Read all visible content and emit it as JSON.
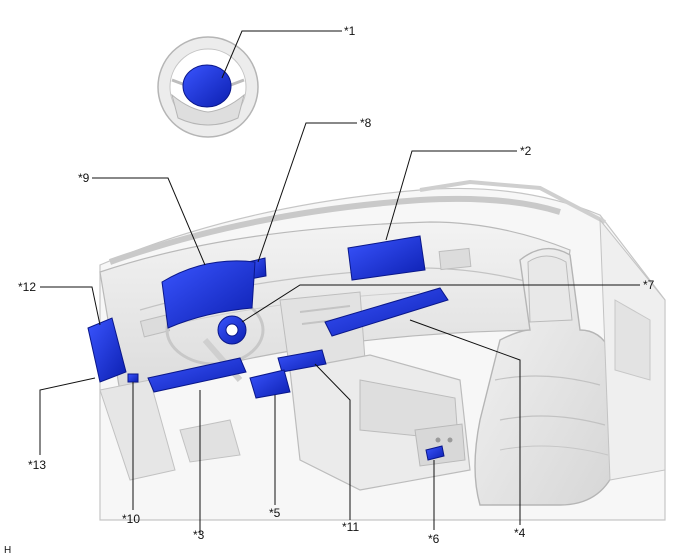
{
  "callouts": {
    "c1": "*1",
    "c2": "*2",
    "c3": "*3",
    "c4": "*4",
    "c5": "*5",
    "c6": "*6",
    "c7": "*7",
    "c8": "*8",
    "c9": "*9",
    "c10": "*10",
    "c11": "*11",
    "c12": "*12",
    "c13": "*13"
  },
  "sheet_code": "H",
  "colors": {
    "highlight": "#1a2fd6",
    "interior": "#e9e9e9",
    "outline": "#b8b8b8",
    "leader": "#111111"
  }
}
